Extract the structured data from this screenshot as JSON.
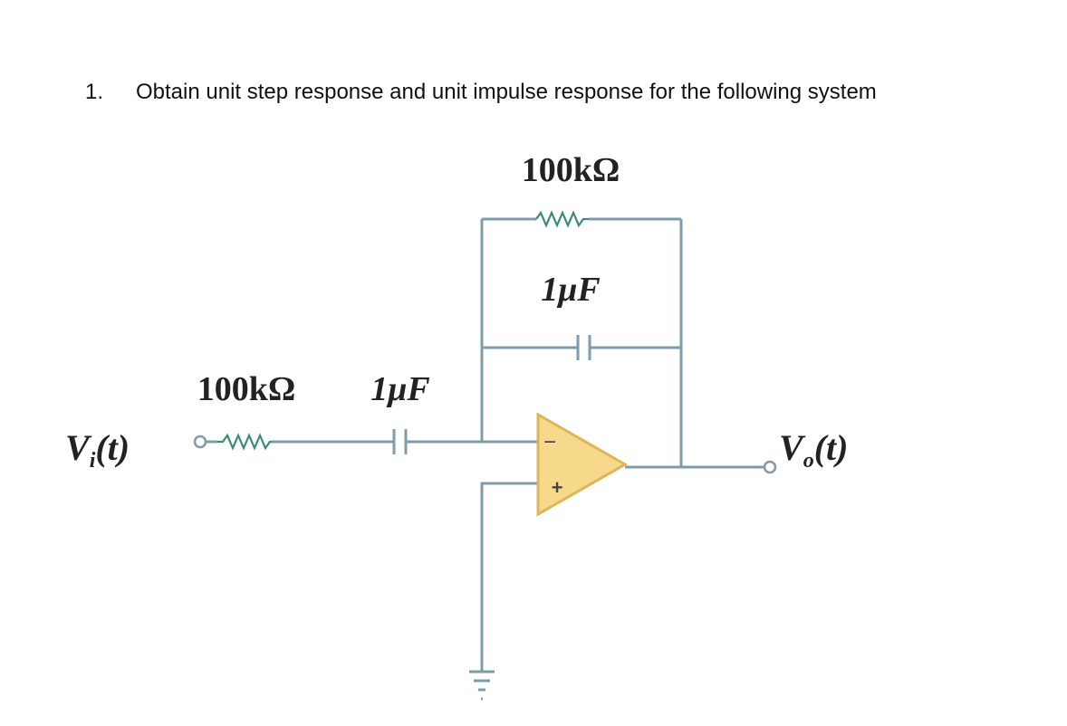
{
  "question": {
    "number": "1.",
    "text": "Obtain unit step response and unit impulse response for the following system"
  },
  "circuit": {
    "feedback_resistor": "100kΩ",
    "feedback_capacitor": "1μF",
    "input_resistor": "100kΩ",
    "input_capacitor": "1μF",
    "input_label": {
      "main": "V",
      "sub": "i",
      "arg": "(t)"
    },
    "output_label": {
      "main": "V",
      "sub": "o",
      "arg": "(t)"
    },
    "opamp_inverting": "−",
    "opamp_noninverting": "+",
    "colors": {
      "wire": "#7f9caa",
      "resistor": "#3a8a78",
      "opamp_fill": "#f6d98a",
      "opamp_stroke": "#e0b45a"
    }
  }
}
